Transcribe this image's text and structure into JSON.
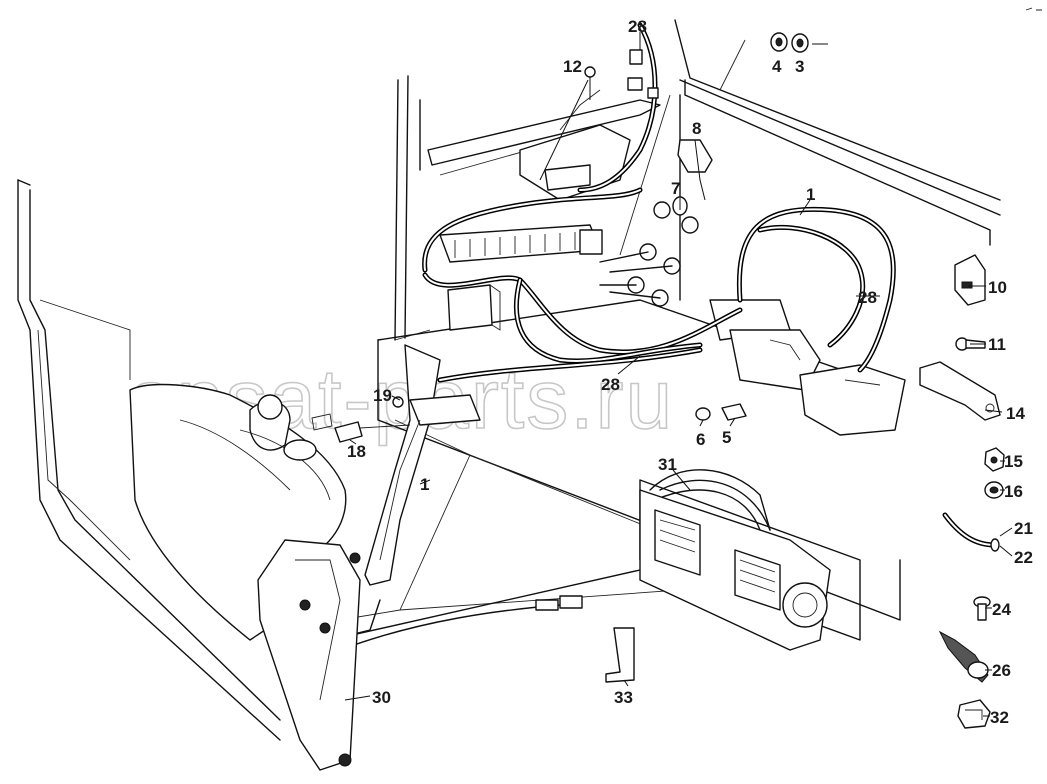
{
  "watermark": "ansat-parts.ru",
  "callouts": {
    "c28_top": "28",
    "c4": "4",
    "c3": "3",
    "c12": "12",
    "c8": "8",
    "c7": "7",
    "c1_right": "1",
    "c10": "10",
    "c28_right": "28",
    "c11": "11",
    "c28_mid": "28",
    "c14": "14",
    "c19": "19",
    "c18": "18",
    "c6": "6",
    "c5": "5",
    "c15": "15",
    "c1_left": "1",
    "c16": "16",
    "c31": "31",
    "c21": "21",
    "c22": "22",
    "c24": "24",
    "c26": "26",
    "c30": "30",
    "c33": "33",
    "c32": "32"
  },
  "icons": {
    "harness": "wiring-harness-icon",
    "relay_box": "relay-box-icon",
    "fuse_strip": "fuse-strip-icon",
    "bracket": "bracket-icon",
    "nut": "nut-icon",
    "washer": "washer-icon",
    "screw": "screw-icon",
    "grommet": "grommet-icon",
    "hose": "hose-icon",
    "clip": "clip-icon",
    "heater": "heater-unit-icon",
    "tank": "washer-tank-icon"
  }
}
